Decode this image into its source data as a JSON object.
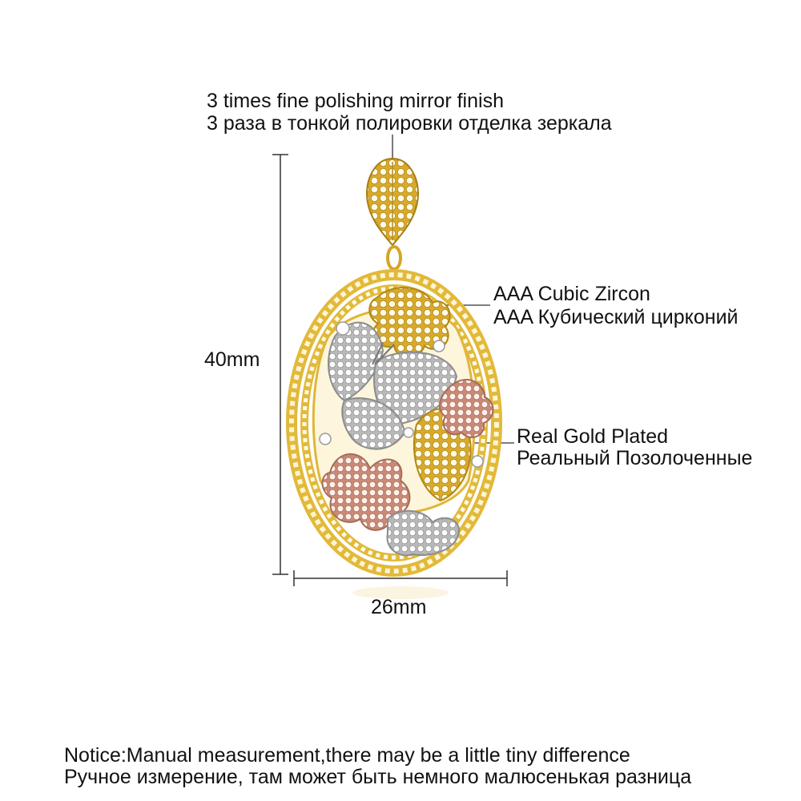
{
  "annotations": {
    "polish": {
      "en": "3 times fine polishing mirror finish",
      "ru": "3 раза в тонкой полировки отделка зеркала"
    },
    "zircon": {
      "en": "AAA Cubic Zircon",
      "ru": "AAA Кубический цирконий"
    },
    "gold": {
      "en": "Real Gold Plated",
      "ru": "Реальный Позолоченные"
    }
  },
  "dimensions": {
    "height": "40mm",
    "width": "26mm"
  },
  "notice": {
    "en": "Notice:Manual measurement,there may be a little tiny difference",
    "ru": "Ручное измерение, там может быть немного малюсенькая разница"
  },
  "colors": {
    "gold": "#e3b52c",
    "rose_gold": "#d9a08e",
    "silver": "#d8d8d8",
    "line": "#333333"
  }
}
